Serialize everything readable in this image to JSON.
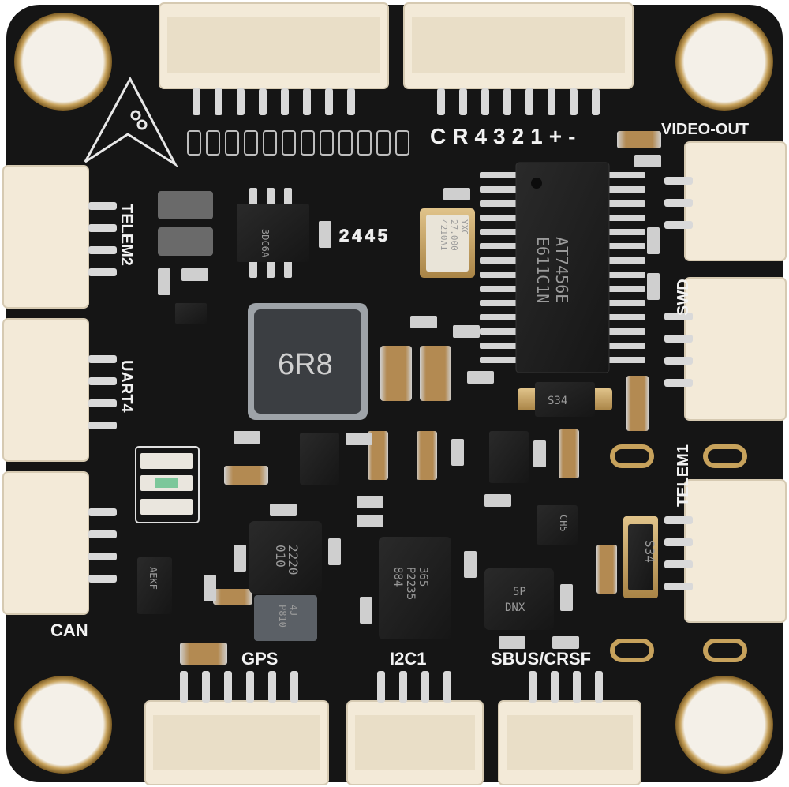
{
  "board": {
    "name": "CR4321+-",
    "date_code": "2445"
  },
  "labels": {
    "video_out": "VIDEO-OUT",
    "telem2": "TELEM2",
    "uart4": "UART4",
    "can": "CAN",
    "gps": "GPS",
    "i2c1": "I2C1",
    "sbus_crsf": "SBUS/CRSF",
    "swd": "SWD",
    "telem1": "TELEM1"
  },
  "chips": {
    "osd_line1": "AT7456E",
    "osd_line2": "E611C1N",
    "crystal_line1": "YXC",
    "crystal_line2": "27.000",
    "crystal_line3": "4210AI",
    "inductor": "6R8",
    "mosfet_top": "3DC6A",
    "diode_right": "S34",
    "diode_center": "S34",
    "reg_a_line1": "2220",
    "reg_a_line2": "010",
    "reg_b_line1": "4J",
    "reg_b_line2": "P810",
    "qfn_line1": "365",
    "qfn_line2": "P2235",
    "qfn_line3": "884",
    "sp_line1": "5P",
    "sp_line2": "DNX",
    "sot_left": "AEKF",
    "sot_mid": "CH5"
  },
  "colors": {
    "pcb": "#151515",
    "connector": "#f3ead8",
    "pad": "#c9a76a",
    "silkscreen": "#f2f2f2",
    "led_green": "#7cc79a"
  }
}
